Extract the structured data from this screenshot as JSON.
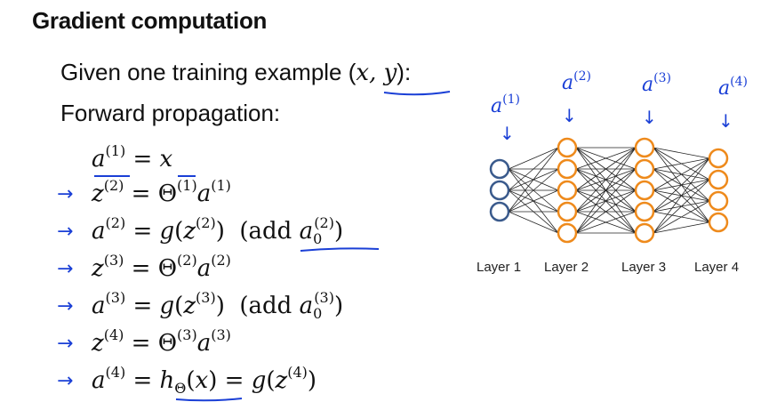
{
  "title": "Gradient computation",
  "given": {
    "prefix": "Given one training example (",
    "example": "x, y",
    "suffix": "):"
  },
  "forward": "Forward propagation:",
  "equations": [
    {
      "lhs": "a",
      "lhs_sup": "(1)",
      "rhs": "= x",
      "arrow": false
    },
    {
      "lhs": "z",
      "lhs_sup": "(2)",
      "rhs": "= Θ(1)a(1)",
      "arrow": true
    },
    {
      "lhs": "a",
      "lhs_sup": "(2)",
      "rhs": "= g(z(2))",
      "note": "(add a0(2))",
      "arrow": true
    },
    {
      "lhs": "z",
      "lhs_sup": "(3)",
      "rhs": "= Θ(2)a(2)",
      "arrow": true
    },
    {
      "lhs": "a",
      "lhs_sup": "(3)",
      "rhs": "= g(z(3))",
      "note": "(add a0(3))",
      "arrow": true
    },
    {
      "lhs": "z",
      "lhs_sup": "(4)",
      "rhs": "= Θ(3)a(3)",
      "arrow": true
    },
    {
      "lhs": "a",
      "lhs_sup": "(4)",
      "rhs": "= hΘ(x) = g(z(4))",
      "arrow": true
    }
  ],
  "layers": [
    {
      "label": "Layer 1",
      "units": 3,
      "color": "#3a5a8c"
    },
    {
      "label": "Layer 2",
      "units": 5,
      "color": "#ee8a1c"
    },
    {
      "label": "Layer 3",
      "units": 5,
      "color": "#ee8a1c"
    },
    {
      "label": "Layer 4",
      "units": 4,
      "color": "#ee8a1c"
    }
  ],
  "annotations": [
    "a(1)",
    "a(2)",
    "a(3)",
    "a(4)"
  ],
  "colors": {
    "pen": "#1a3fd6",
    "input_node": "#3a5a8c",
    "hidden_node": "#ee8a1c"
  }
}
